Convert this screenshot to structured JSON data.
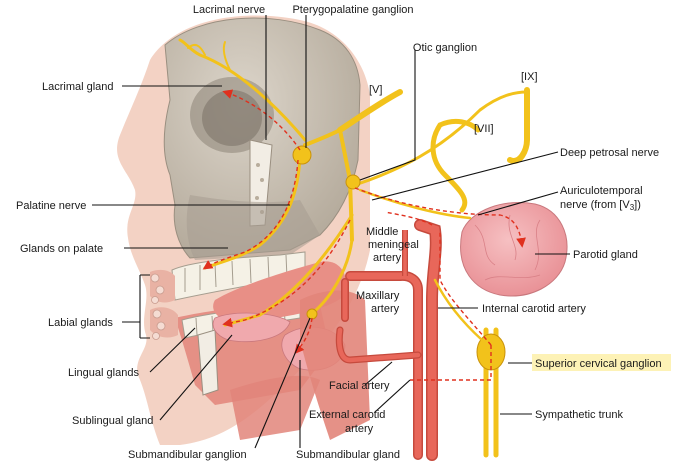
{
  "colors": {
    "nerve": "#f2c21b",
    "nerve_edge": "#c9920a",
    "parasympathetic_path": "#e0301e",
    "skull": "#c9c1b4",
    "skull_shadow": "#a89f92",
    "face": "#f3d2c4",
    "artery": "#e8675a",
    "gland": "#f0a9ad",
    "muscle": "#e2857a",
    "highlight": "#fdf2b6"
  },
  "icons": {
    "ganglion": "nerve-ganglion-node",
    "arrow": "red-arrowhead"
  },
  "labels": {
    "lacrimal_nerve": "Lacrimal nerve",
    "pterygopalatine_ganglion": "Pterygopalatine ganglion",
    "otic_ganglion": "Otic ganglion",
    "cn_ix": "[IX]",
    "cn_v": "[V]",
    "cn_vii": "[VII]",
    "lacrimal_gland": "Lacrimal gland",
    "deep_petrosal_nerve": "Deep petrosal nerve",
    "auriculotemporal_line1": "Auriculotemporal",
    "auriculotemporal_line2": "nerve (from [V",
    "auriculotemporal_sub": "3",
    "auriculotemporal_close": "])",
    "palatine_nerve": "Palatine nerve",
    "glands_on_palate": "Glands on palate",
    "middle_meningeal_line1": "Middle",
    "middle_meningeal_line2": "meningeal",
    "middle_meningeal_line3": "artery",
    "parotid_gland": "Parotid gland",
    "maxillary_line1": "Maxillary",
    "maxillary_line2": "artery",
    "internal_carotid": "Internal carotid artery",
    "labial_glands": "Labial glands",
    "lingual_glands": "Lingual glands",
    "superior_cervical_ganglion": "Superior cervical ganglion",
    "facial_artery": "Facial artery",
    "sublingual_gland": "Sublingual gland",
    "external_carotid_line1": "External carotid",
    "external_carotid_line2": "artery",
    "sympathetic_trunk": "Sympathetic trunk",
    "submandibular_ganglion": "Submandibular ganglion",
    "submandibular_gland": "Submandibular gland"
  }
}
